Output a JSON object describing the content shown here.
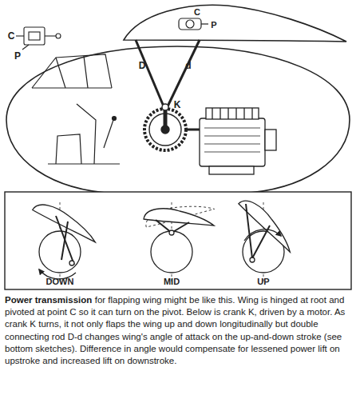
{
  "diagram": {
    "title": "Power transmission",
    "caption": "for flapping wing might be like this. Wing is hinged at root and pivoted at point C so it can turn on the pivot. Below is crank K, driven by a motor. As crank K turns, it not only flaps the wing up and down longitudinally but double connecting rod D-d changes wing's angle of attack on the up-and-down stroke (see bottom sketches). Difference in angle would compensate for lessened power lift on upstroke and increased lift on downstroke.",
    "labels": [
      "C",
      "C",
      "P",
      "P",
      "D",
      "d",
      "K",
      "DOWN",
      "MID",
      "UP"
    ]
  }
}
